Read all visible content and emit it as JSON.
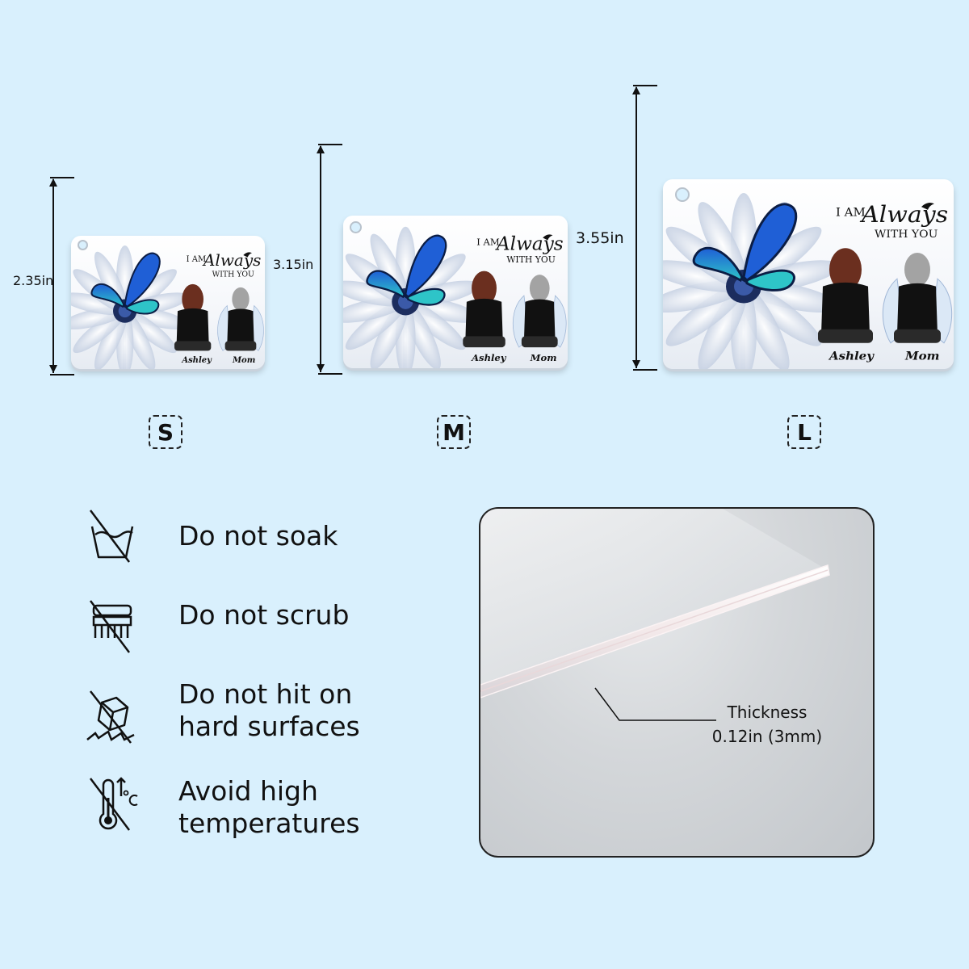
{
  "sizes": [
    {
      "letter": "S",
      "dimension": "2.35in"
    },
    {
      "letter": "M",
      "dimension": "3.15in"
    },
    {
      "letter": "L",
      "dimension": "3.55in"
    }
  ],
  "card": {
    "quote_line1": "I AM",
    "quote_script": "Always",
    "quote_line2": "WITH YOU",
    "name_left": "Ashley",
    "name_right": "Mom"
  },
  "care": [
    {
      "icon": "do-not-soak-icon",
      "line1": "Do not soak",
      "line2": ""
    },
    {
      "icon": "do-not-scrub-icon",
      "line1": "Do not scrub",
      "line2": ""
    },
    {
      "icon": "do-not-hit-icon",
      "line1": "Do not hit on",
      "line2": "hard surfaces"
    },
    {
      "icon": "avoid-heat-icon",
      "line1": "Avoid high",
      "line2": "temperatures"
    }
  ],
  "thickness": {
    "label": "Thickness",
    "value": "0.12in (3mm)"
  },
  "colors": {
    "background": "#d9f0fd",
    "butterfly": "#1f5fd6",
    "butterfly_accent": "#2ec4c8",
    "ink": "#111111"
  }
}
